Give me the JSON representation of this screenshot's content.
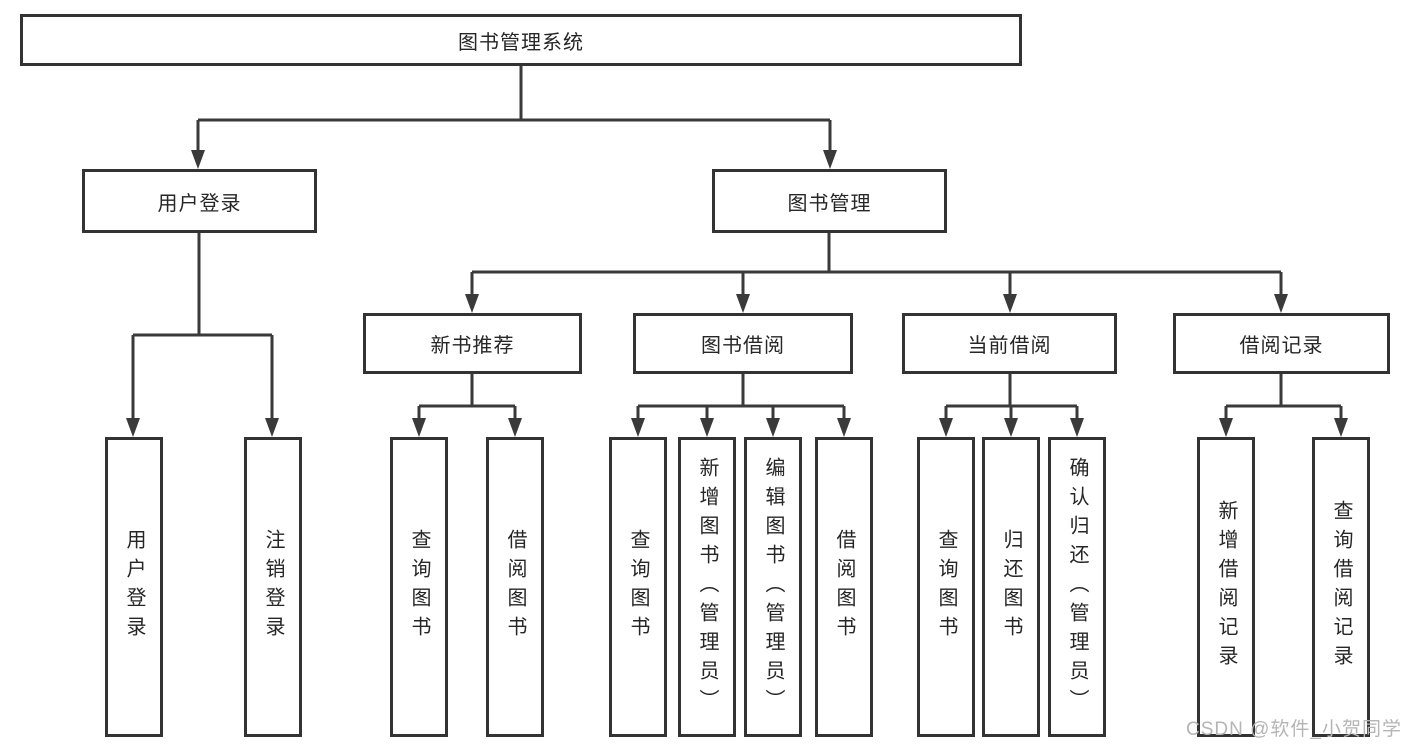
{
  "diagram": {
    "title": "图书管理系统",
    "nodes": {
      "root": {
        "label": "图书管理系统"
      },
      "user_login": {
        "label": "用户登录"
      },
      "book_mgmt": {
        "label": "图书管理"
      },
      "new_book_rec": {
        "label": "新书推荐"
      },
      "book_borrow": {
        "label": "图书借阅"
      },
      "current_borrow": {
        "label": "当前借阅"
      },
      "borrow_record": {
        "label": "借阅记录"
      },
      "leaf_user_login": {
        "label": "用户登录"
      },
      "leaf_logout": {
        "label": "注销登录"
      },
      "leaf_query_book_1": {
        "label": "查询图书"
      },
      "leaf_borrow_book_1": {
        "label": "借阅图书"
      },
      "leaf_query_book_2": {
        "label": "查询图书"
      },
      "leaf_add_book": {
        "label": "新增图书（管理员）"
      },
      "leaf_edit_book": {
        "label": "编辑图书（管理员）"
      },
      "leaf_borrow_book_2": {
        "label": "借阅图书"
      },
      "leaf_query_book_3": {
        "label": "查询图书"
      },
      "leaf_return_book": {
        "label": "归还图书"
      },
      "leaf_confirm_return": {
        "label": "确认归还（管理员）"
      },
      "leaf_add_record": {
        "label": "新增借阅记录"
      },
      "leaf_query_record": {
        "label": "查询借阅记录"
      }
    },
    "watermark": "CSDN @软件_小贺同学",
    "colors": {
      "line": "#3a3a3a",
      "border": "#333333",
      "text": "#262626",
      "watermark": "#b5b5b5",
      "background": "#ffffff"
    }
  }
}
